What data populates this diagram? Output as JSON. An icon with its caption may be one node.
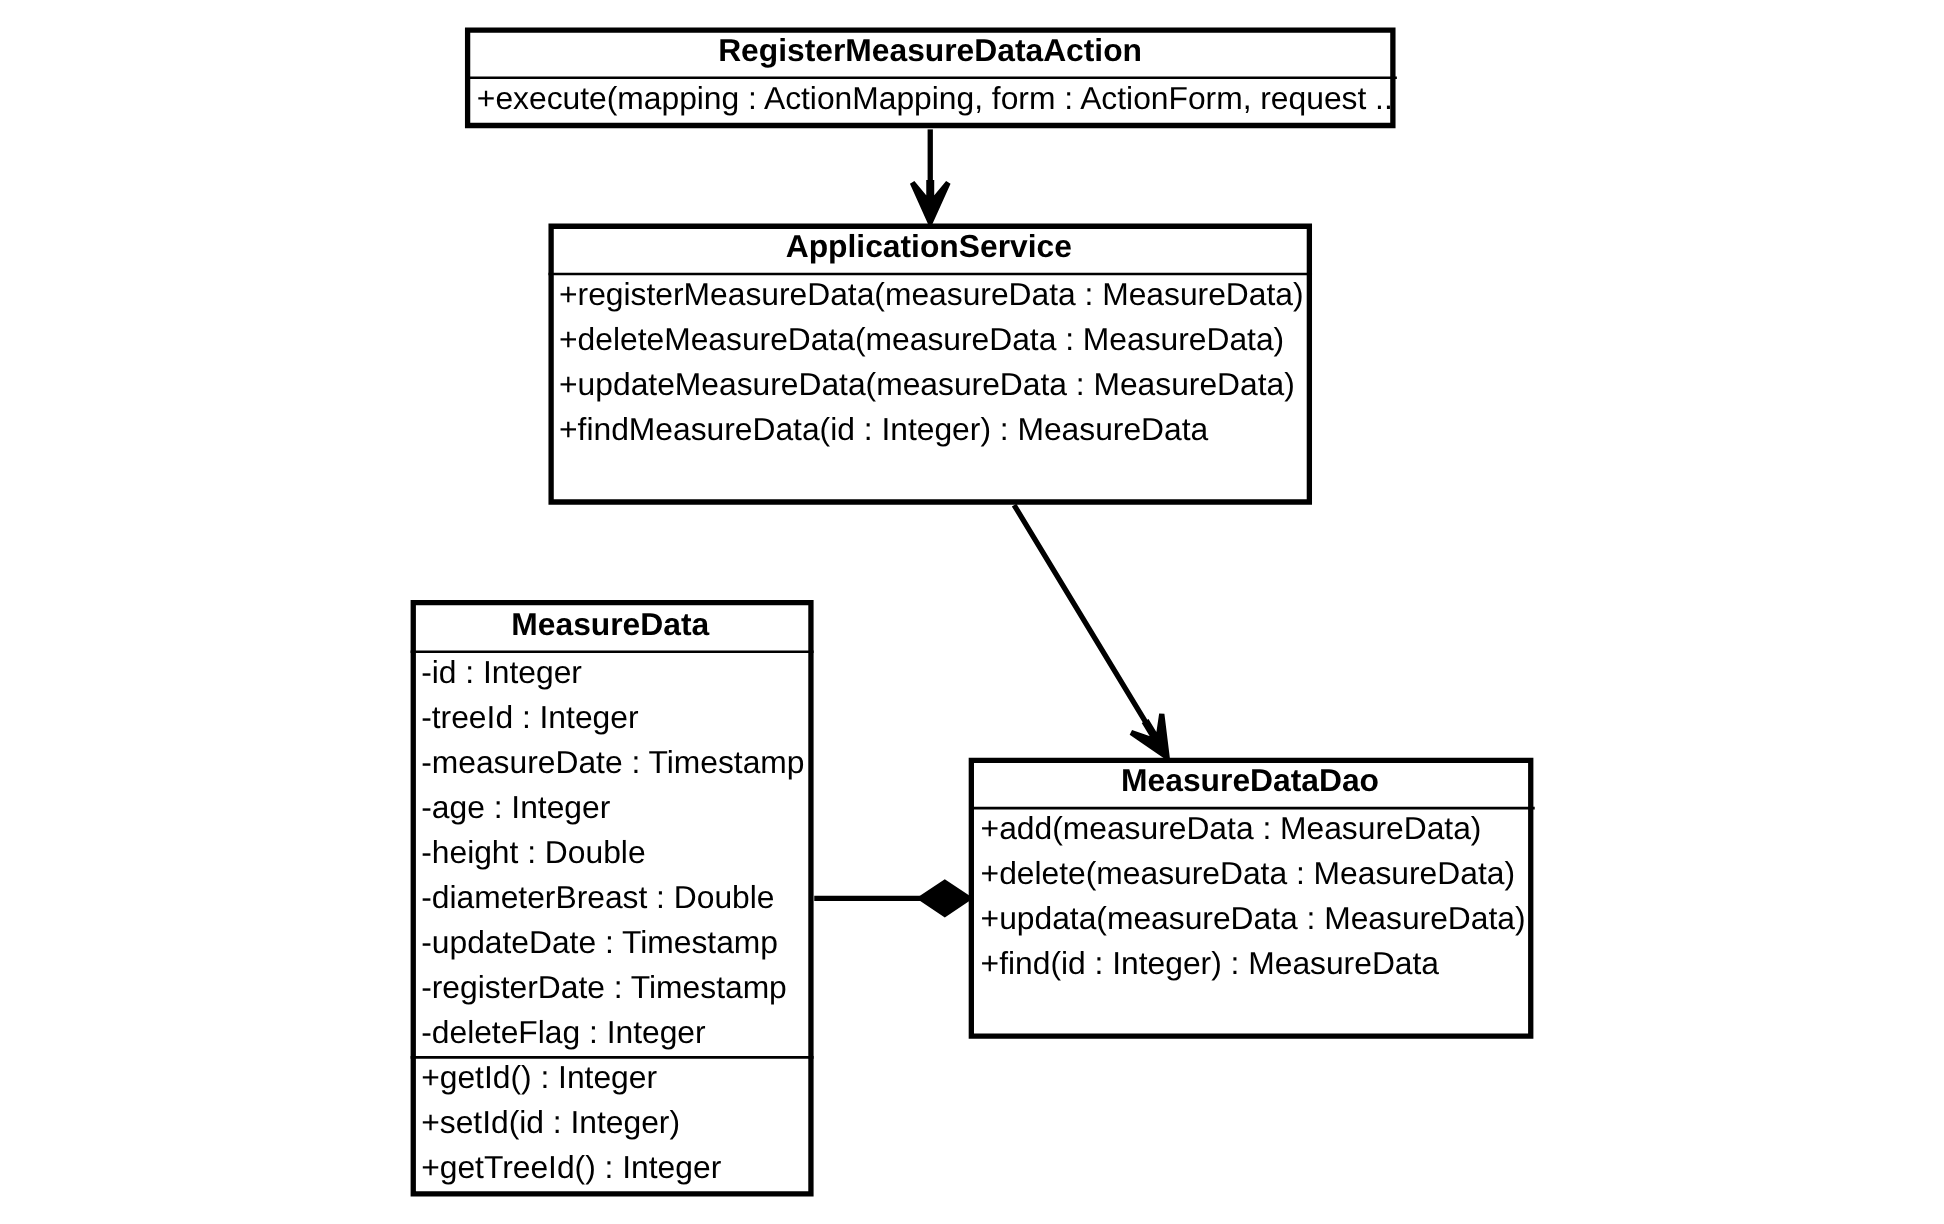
{
  "diagram": {
    "nodes": [
      {
        "text": [
          "RegisterMeasureDataAction",
          "+execute(mapping : ActionMapping, form : ActionForm, request .."
        ]
      },
      {
        "text": [
          "ApplicationService",
          "+registerMeasureData(measureData : MeasureData)",
          "+deleteMeasureData(measureData : MeasureData)",
          "+updateMeasureData(measureData : MeasureData)",
          "+findMeasureData(id : Integer) : MeasureData"
        ]
      },
      {
        "text": [
          "MeasureData",
          "-id : Integer",
          "-treeId : Integer",
          "-measureDate : Timestamp",
          "-age : Integer",
          "-height : Double",
          "-diameterBreast : Double",
          "-updateDate : Timestamp",
          "-registerDate : Timestamp",
          "-deleteFlag : Integer",
          "+getId() : Integer",
          "+setId(id : Integer)",
          "+getTreeId() : Integer"
        ]
      },
      {
        "text": [
          "MeasureDataDao",
          "+add(measureData : MeasureData)",
          "+delete(measureData : MeasureData)",
          "+updata(measureData : MeasureData)",
          "+find(id : Integer) : MeasureData"
        ]
      }
    ],
    "edges": [
      {
        "from": 0,
        "to": 1,
        "arrow": "to"
      },
      {
        "from": 1,
        "to": 3,
        "arrow": "to"
      },
      {
        "from": 2,
        "to": 3,
        "arrow": "other"
      }
    ]
  }
}
